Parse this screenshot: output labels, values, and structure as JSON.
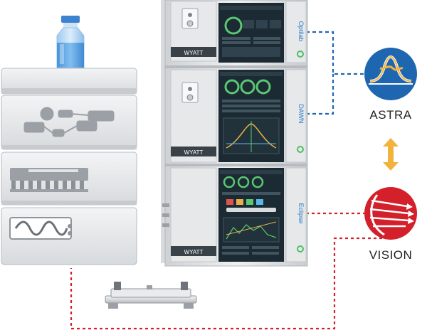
{
  "brand_text": "WYATT",
  "instruments": {
    "top_side_label": "Optilab",
    "middle_side_label": "DAWN",
    "bottom_side_label": "Eclipse"
  },
  "software": {
    "astra_label": "ASTRA",
    "vision_label": "VISION"
  },
  "colors": {
    "astra_blue": "#1f66b1",
    "vision_red": "#d3202a",
    "connector_blue": "#1f66b1",
    "connector_red": "#d3202a",
    "sync_arrow": "#f2b33c",
    "screen_bg": "#1c2b33",
    "chassis": "#e3e5e7"
  },
  "icons": [
    "water-bottle-icon",
    "astra-logo-icon",
    "vision-logo-icon",
    "double-arrow-icon",
    "separation-column-icon"
  ]
}
